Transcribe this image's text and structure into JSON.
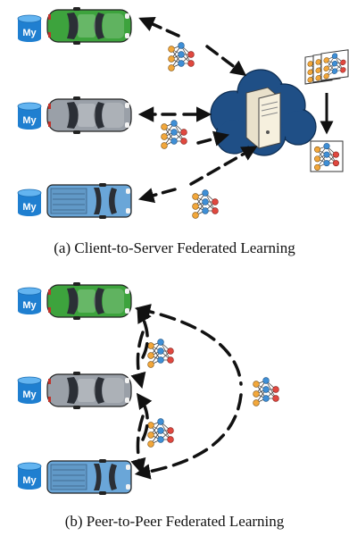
{
  "captions": {
    "a": "(a) Client-to-Server Federated Learning",
    "b": "(b) Peer-to-Peer Federated Learning"
  },
  "database_label": "My",
  "colors": {
    "database": "#1f7fd0",
    "car_green": "#3da33d",
    "car_silver": "#9aa0a8",
    "truck_blue": "#6aa6d8",
    "cloud": "#1f4f86",
    "nn_orange": "#f2a73b",
    "nn_blue": "#3f8fd6",
    "nn_red": "#e0483f",
    "arrow": "#111111"
  },
  "icons": [
    "database-icon",
    "car-icon",
    "truck-icon",
    "cloud-server-icon",
    "neural-network-icon"
  ]
}
